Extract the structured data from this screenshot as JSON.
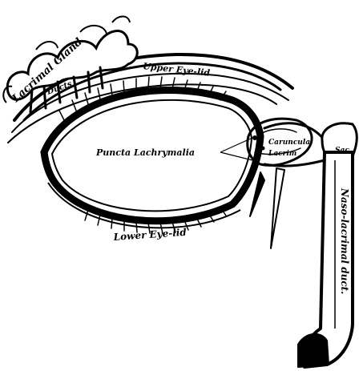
{
  "figure": {
    "labels": {
      "lacrimal_gland": "Lacrimal Gland",
      "ducts": "Ducts",
      "upper_eyelid": "Upper Eye-lid",
      "lower_eyelid": "Lower Eye-lid",
      "puncta": "Puncta Lachrymalia",
      "caruncula": "Caruncula",
      "lacrimalis": "Lacrim",
      "sac": "Sac.",
      "nasal_duct": "Naso-lacrimal duct."
    },
    "colors": {
      "ink": "#000000",
      "paper": "#ffffff"
    }
  }
}
